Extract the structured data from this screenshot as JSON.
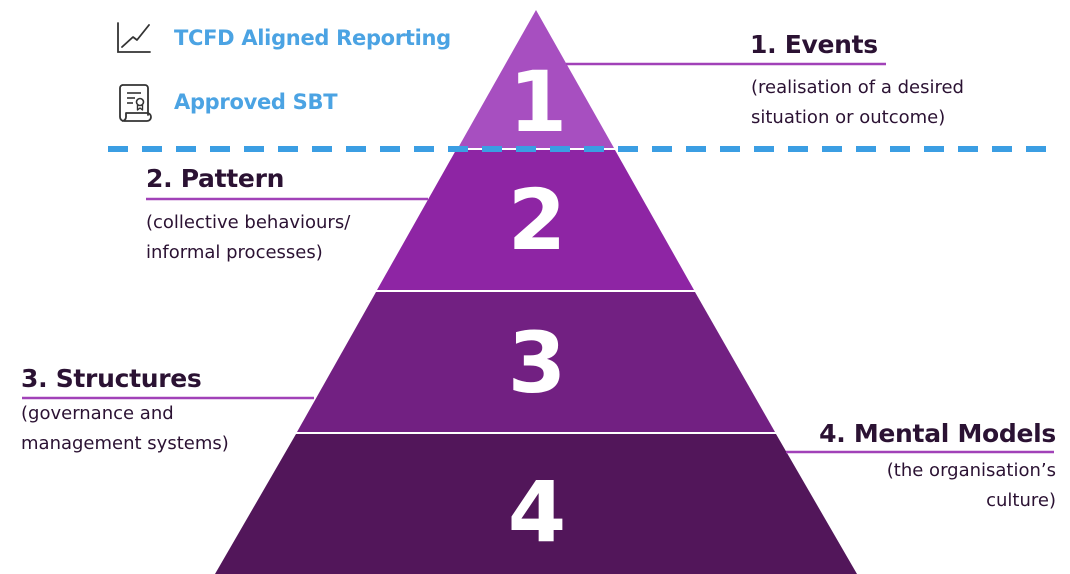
{
  "colors": {
    "layer_1": "#a74fc0",
    "layer_2": "#8e25a4",
    "layer_3": "#722082",
    "layer_4": "#52165a",
    "leader_line": "#a142b8",
    "dashed_divider": "#3b9ee3",
    "badge_text": "#4ba3e3",
    "heading_text": "#2b1233"
  },
  "badges": [
    {
      "icon": "line-chart-icon",
      "label": "TCFD Aligned Reporting"
    },
    {
      "icon": "certificate-scroll-icon",
      "label": "Approved SBT"
    }
  ],
  "layers": [
    {
      "number": "1",
      "heading": "1. Events",
      "description": [
        "(realisation of a desired",
        "situation or outcome)"
      ]
    },
    {
      "number": "2",
      "heading": "2. Pattern",
      "description": [
        "(collective behaviours/",
        "informal processes)"
      ]
    },
    {
      "number": "3",
      "heading": "3. Structures",
      "description": [
        "(governance and",
        "management systems)"
      ]
    },
    {
      "number": "4",
      "heading": "4. Mental Models",
      "description": [
        "(the organisation’s",
        "culture)"
      ]
    }
  ]
}
